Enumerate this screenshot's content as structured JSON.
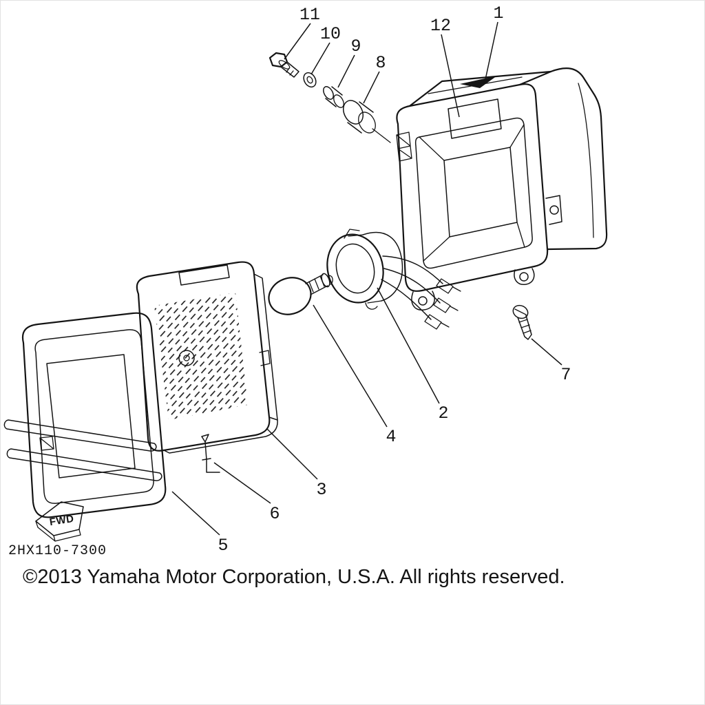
{
  "colors": {
    "ink": "#141414",
    "paper": "#ffffff"
  },
  "callouts": [
    {
      "id": 1,
      "label": "1"
    },
    {
      "id": 2,
      "label": "2"
    },
    {
      "id": 3,
      "label": "3"
    },
    {
      "id": 4,
      "label": "4"
    },
    {
      "id": 5,
      "label": "5"
    },
    {
      "id": 6,
      "label": "6"
    },
    {
      "id": 7,
      "label": "7"
    },
    {
      "id": 8,
      "label": "8"
    },
    {
      "id": 9,
      "label": "9"
    },
    {
      "id": 10,
      "label": "10"
    },
    {
      "id": 11,
      "label": "11"
    },
    {
      "id": 12,
      "label": "12"
    }
  ],
  "fwd_marker": {
    "label": "FWD"
  },
  "footer": {
    "part_code": "2HX110-7300",
    "copyright": "©2013 Yamaha Motor Corporation, U.S.A. All rights reserved."
  }
}
